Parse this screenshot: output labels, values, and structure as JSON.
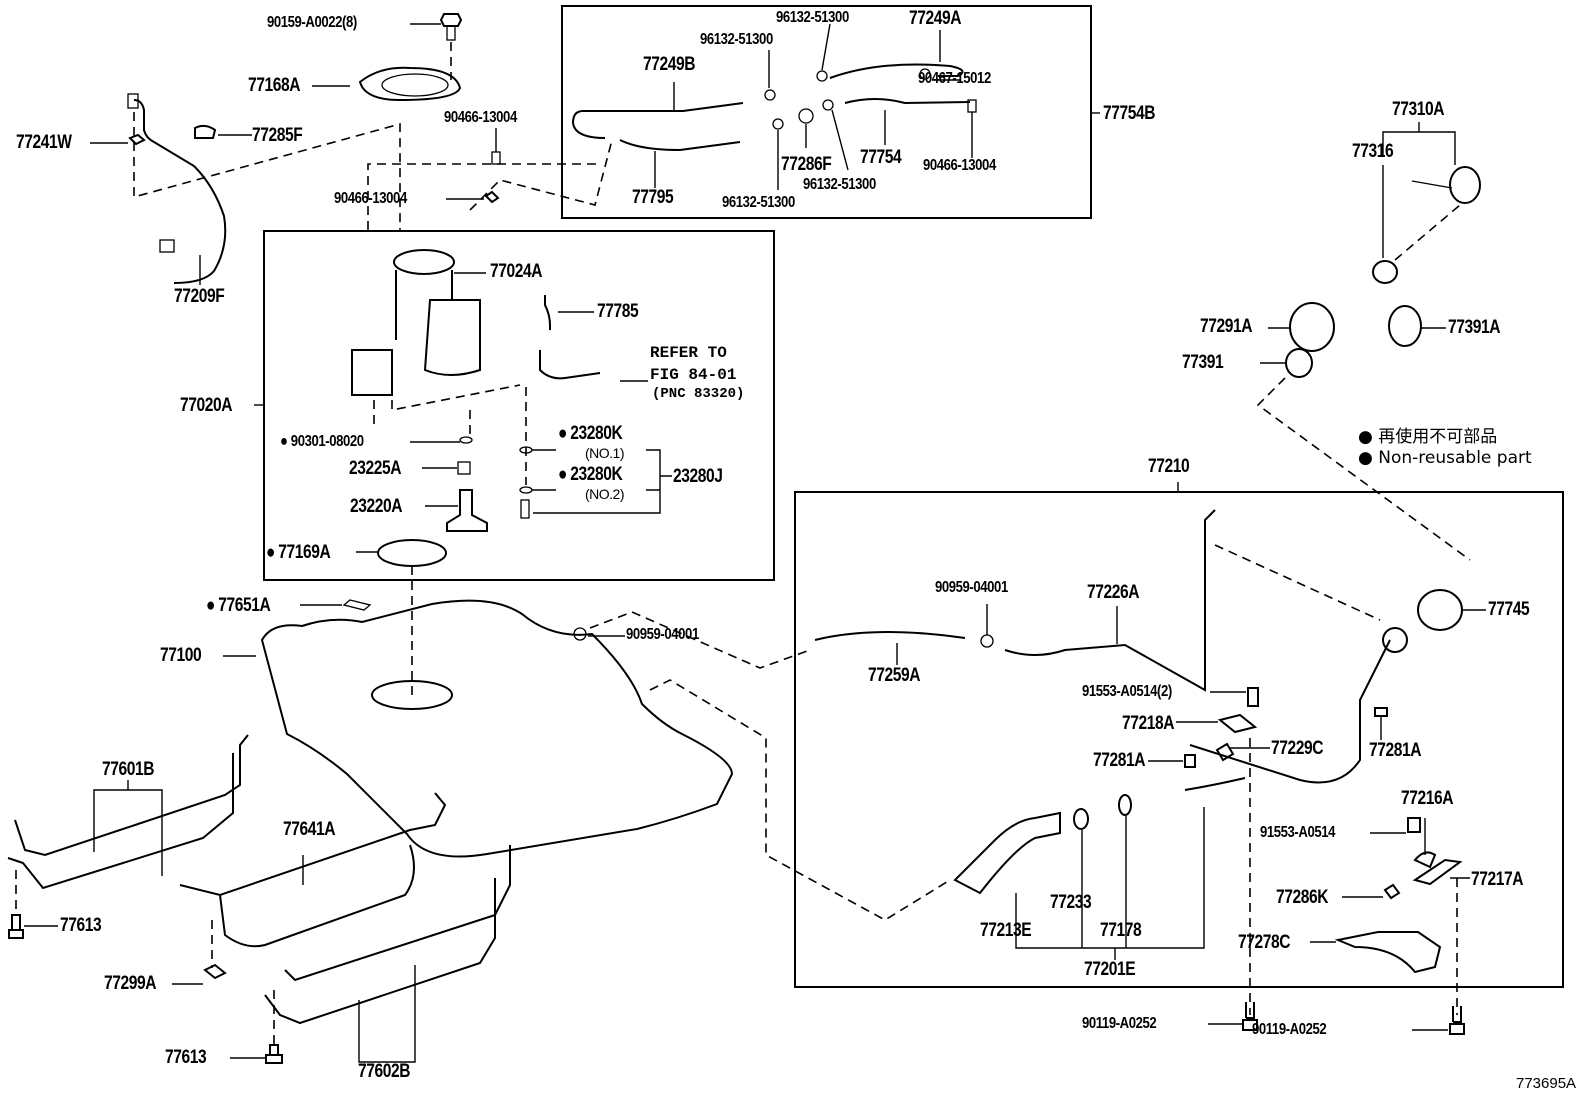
{
  "diagram": {
    "figure_id": "773695A",
    "legend": {
      "symbol": "●",
      "japanese": "再使用不可部品",
      "english": "Non-reusable part"
    },
    "parts": {
      "p90159_A0022": "90159-A0022(8)",
      "p77168A": "77168A",
      "p77241W": "77241W",
      "p77285F": "77285F",
      "p77209F": "77209F",
      "p90466_13004_a": "90466-13004",
      "p90466_13004_b": "90466-13004",
      "p96132_51300_a": "96132-51300",
      "p96132_51300_b": "96132-51300",
      "p96132_51300_c": "96132-51300",
      "p96132_51300_d": "96132-51300",
      "p77249A": "77249A",
      "p77249B": "77249B",
      "p90467_15012": "90467-15012",
      "p77754B": "77754B",
      "p77286F": "77286F",
      "p77754": "77754",
      "p90466_13004_c": "90466-13004",
      "p77795": "77795",
      "p77310A": "77310A",
      "p77316": "77316",
      "p77291A": "77291A",
      "p77391A": "77391A",
      "p77391": "77391",
      "p77024A": "77024A",
      "p77785": "77785",
      "refer_line1": "REFER TO",
      "refer_line2": "FIG 84-01",
      "refer_line3": "(PNC 83320)",
      "p77020A": "77020A",
      "p90301_08020": "90301-08020",
      "p23280K_1": "23280K",
      "p23280K_1_note": "(NO.1)",
      "p23225A": "23225A",
      "p23280K_2": "23280K",
      "p23280K_2_note": "(NO.2)",
      "p23280J": "23280J",
      "p23220A": "23220A",
      "p77169A": "77169A",
      "p77651A": "77651A",
      "p77100": "77100",
      "p90959_04001_a": "90959-04001",
      "p77210": "77210",
      "p90959_04001_b": "90959-04001",
      "p77226A": "77226A",
      "p77259A": "77259A",
      "p77745": "77745",
      "p91553_A0514_2": "91553-A0514(2)",
      "p77218A": "77218A",
      "p77229C": "77229C",
      "p77281A_a": "77281A",
      "p77281A_b": "77281A",
      "p77216A": "77216A",
      "p91553_A0514": "91553-A0514",
      "p77217A": "77217A",
      "p77286K": "77286K",
      "p77233": "77233",
      "p77213E": "77213E",
      "p77178": "77178",
      "p77278C": "77278C",
      "p77201E": "77201E",
      "p90119_A0252_a": "90119-A0252",
      "p90119_A0252_b": "90119-A0252",
      "p77601B": "77601B",
      "p77641A": "77641A",
      "p77613_a": "77613",
      "p77299A": "77299A",
      "p77613_b": "77613",
      "p77602B": "77602B"
    }
  }
}
